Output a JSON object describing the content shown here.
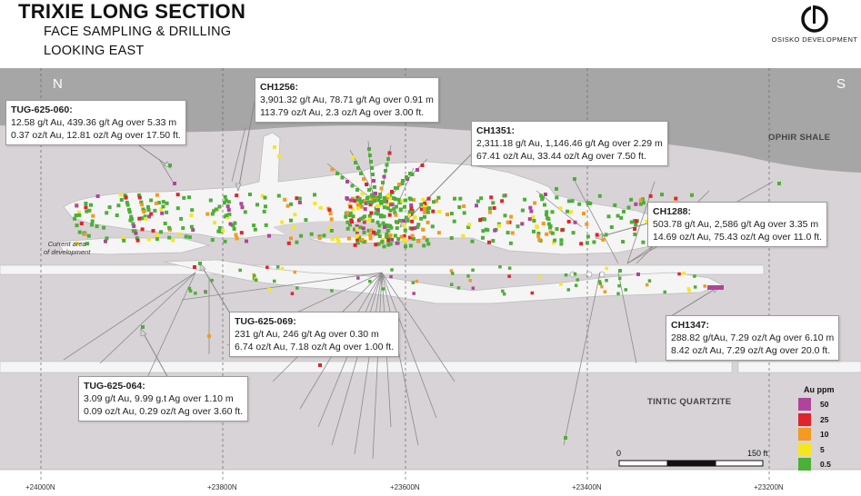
{
  "header": {
    "title": "TRIXIE LONG SECTION",
    "subtitle_line1": "FACE SAMPLING & DRILLING",
    "subtitle_line2": "LOOKING EAST"
  },
  "logo": {
    "text": "OSISKO DEVELOPMENT"
  },
  "orientation": {
    "north": "N",
    "south": "S"
  },
  "units": {
    "ophir": "OPHIR SHALE",
    "tintic": "TINTIC QUARTZITE",
    "development_line1": "Current area",
    "development_line2": "of development"
  },
  "callouts": [
    {
      "id": "tug-625-060",
      "title": "TUG-625-060:",
      "line1": "12.58 g/t Au, 439.36 g/t Ag over 5.33 m",
      "line2": "0.37 oz/t Au, 12.81 oz/t Ag over 17.50 ft."
    },
    {
      "id": "ch1256",
      "title": "CH1256:",
      "line1": "3,901.32 g/t Au, 78.71 g/t Ag over 0.91 m",
      "line2": "113.79 oz/t Au, 2.3 oz/t Ag over 3.00 ft."
    },
    {
      "id": "ch1351",
      "title": "CH1351:",
      "line1": "2,311.18 g/t Au, 1,146.46 g/t Ag over 2.29 m",
      "line2": "67.41 oz/t Au, 33.44 oz/t Ag over 7.50 ft."
    },
    {
      "id": "ch1288",
      "title": "CH1288:",
      "line1": "503.78 g/t Au, 2,586 g/t Ag over 3.35 m",
      "line2": "14.69 oz/t Au, 75.43 oz/t Ag over 11.0 ft."
    },
    {
      "id": "tug-625-069",
      "title": "TUG-625-069:",
      "line1": "231 g/t Au, 246 g/t Ag over 0.30 m",
      "line2": "6.74 oz/t Au, 7.18 oz/t Ag over 1.00 ft."
    },
    {
      "id": "ch1347",
      "title": "CH1347:",
      "line1": "288.82 g/tAu, 7.29 oz/t Ag over 6.10 m",
      "line2": "8.42 oz/t Au, 7.29 oz/t Ag over 20.0 ft."
    },
    {
      "id": "tug-625-064",
      "title": "TUG-625-064:",
      "line1": "3.09 g/t Au, 9.99 g.t Ag over 1.10 m",
      "line2": "0.09 oz/t Au, 0.29 oz/t Ag over 3.60 ft."
    }
  ],
  "legend": {
    "title": "Au ppm",
    "items": [
      {
        "label": "50",
        "color": "#b0449b"
      },
      {
        "label": "25",
        "color": "#e0242b"
      },
      {
        "label": "10",
        "color": "#f39a1f"
      },
      {
        "label": "5",
        "color": "#f6e71c"
      },
      {
        "label": "0.5",
        "color": "#4caf38"
      }
    ]
  },
  "scale_bar": {
    "start": "0",
    "end": "150 ft"
  },
  "axis": {
    "ticks": [
      "+24000N",
      "+23800N",
      "+23600N",
      "+23400N",
      "+23200N"
    ]
  },
  "colors": {
    "background_rock": "#d8d3d6",
    "upper_rock": "#a9a9a9",
    "workings": "#f5f5f5",
    "callout_border": "#9a9a9a"
  }
}
